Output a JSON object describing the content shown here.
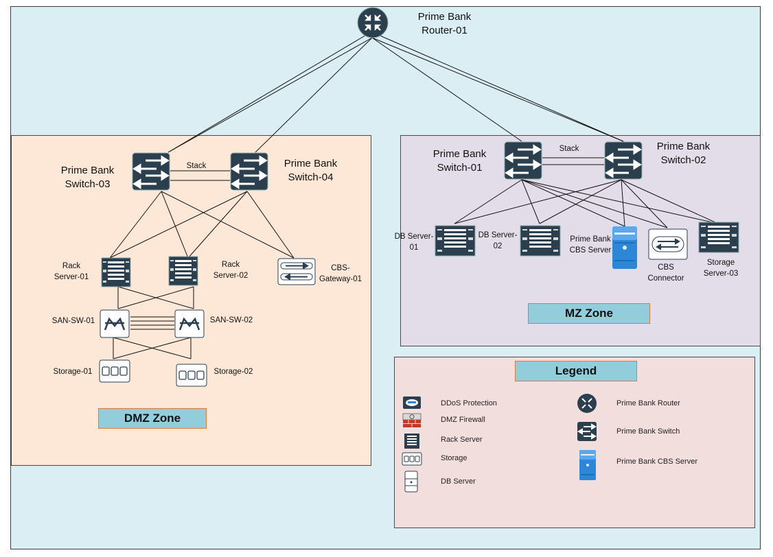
{
  "router": {
    "label_line1": "Prime Bank",
    "label_line2": "Router-01"
  },
  "dmz": {
    "zone_label": "DMZ Zone",
    "switch_left": {
      "line1": "Prime Bank",
      "line2": "Switch-03"
    },
    "switch_right": {
      "line1": "Prime Bank",
      "line2": "Switch-04"
    },
    "stack_label": "Stack",
    "rack1": {
      "line1": "Rack",
      "line2": "Server-01"
    },
    "rack2": {
      "line1": "Rack",
      "line2": "Server-02"
    },
    "gateway": {
      "line1": "CBS-",
      "line2": "Gateway-01"
    },
    "san1": "SAN-SW-01",
    "san2": "SAN-SW-02",
    "storage1": "Storage-01",
    "storage2": "Storage-02"
  },
  "mz": {
    "zone_label": "MZ Zone",
    "switch_left": {
      "line1": "Prime Bank",
      "line2": "Switch-01"
    },
    "switch_right": {
      "line1": "Prime Bank",
      "line2": "Switch-02"
    },
    "stack_label": "Stack",
    "db1": {
      "line1": "DB Server-",
      "line2": "01"
    },
    "db2": {
      "line1": "DB Server-",
      "line2": "02"
    },
    "cbs_server": {
      "line1": "Prime Bank",
      "line2": "CBS Server"
    },
    "cbs_connector": {
      "line1": "CBS",
      "line2": "Connector"
    },
    "storage3": {
      "line1": "Storage",
      "line2": "Server-03"
    }
  },
  "legend": {
    "title": "Legend",
    "items_left": [
      "DDoS Protection",
      "DMZ Firewall",
      "Rack Server",
      "Storage",
      "DB Server"
    ],
    "items_right": [
      "Prime Bank Router",
      "Prime Bank Switch",
      "Prime Bank CBS Server"
    ]
  },
  "colors": {
    "background": "#dbeef4",
    "dmz_fill": "#fde8d8",
    "mz_fill": "#e3dde9",
    "legend_fill": "#f3dede",
    "zone_label_fill": "#92cddc",
    "device_dark": "#2b3f4f",
    "cbs_server_blue": "#2e86d6"
  }
}
